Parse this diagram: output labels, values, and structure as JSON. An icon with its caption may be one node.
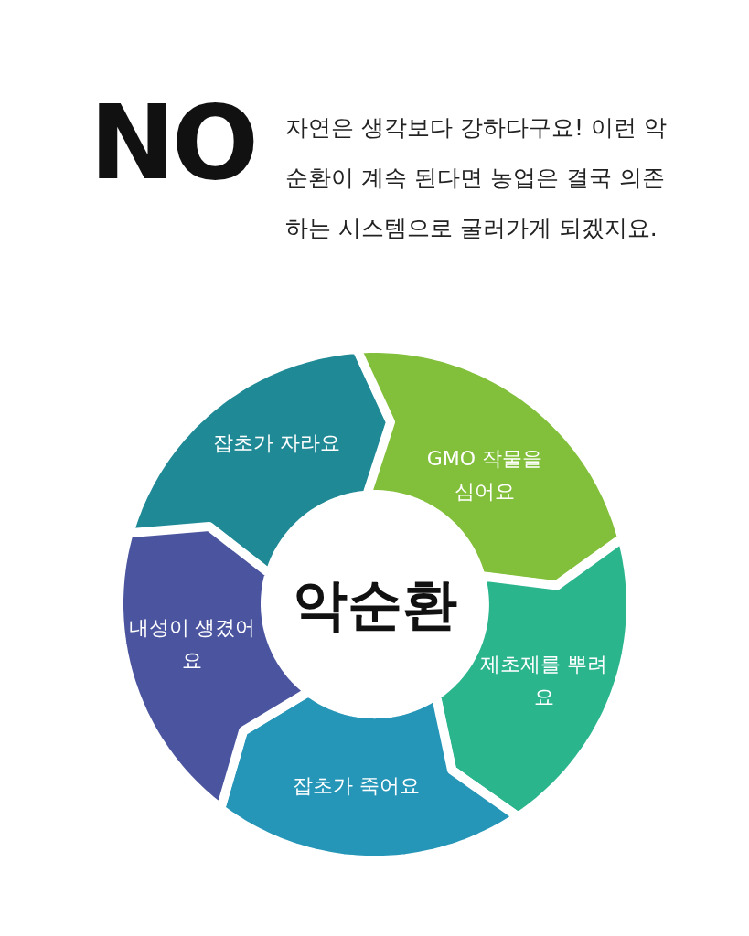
{
  "diagram": {
    "title": "NO",
    "nodes": [
      {
        "text": [
          "잡초가 자라요"
        ]
      },
      {
        "text": [
          "GMO 작물을 심어요"
        ]
      },
      {
        "text": [
          "제초제를 뿌려요"
        ]
      },
      {
        "text": [
          "잡초가 죽어요"
        ]
      },
      {
        "text": [
          "내성이 생겼어요"
        ]
      },
      {
        "text": [
          "악순환"
        ]
      }
    ],
    "labels": [
      "자연은 생각보다 강하다구요! 이런 악순환이 계속 된다면 농업은 결국 의존하는 시스템으로 굴러가게 되겠지요."
    ]
  }
}
